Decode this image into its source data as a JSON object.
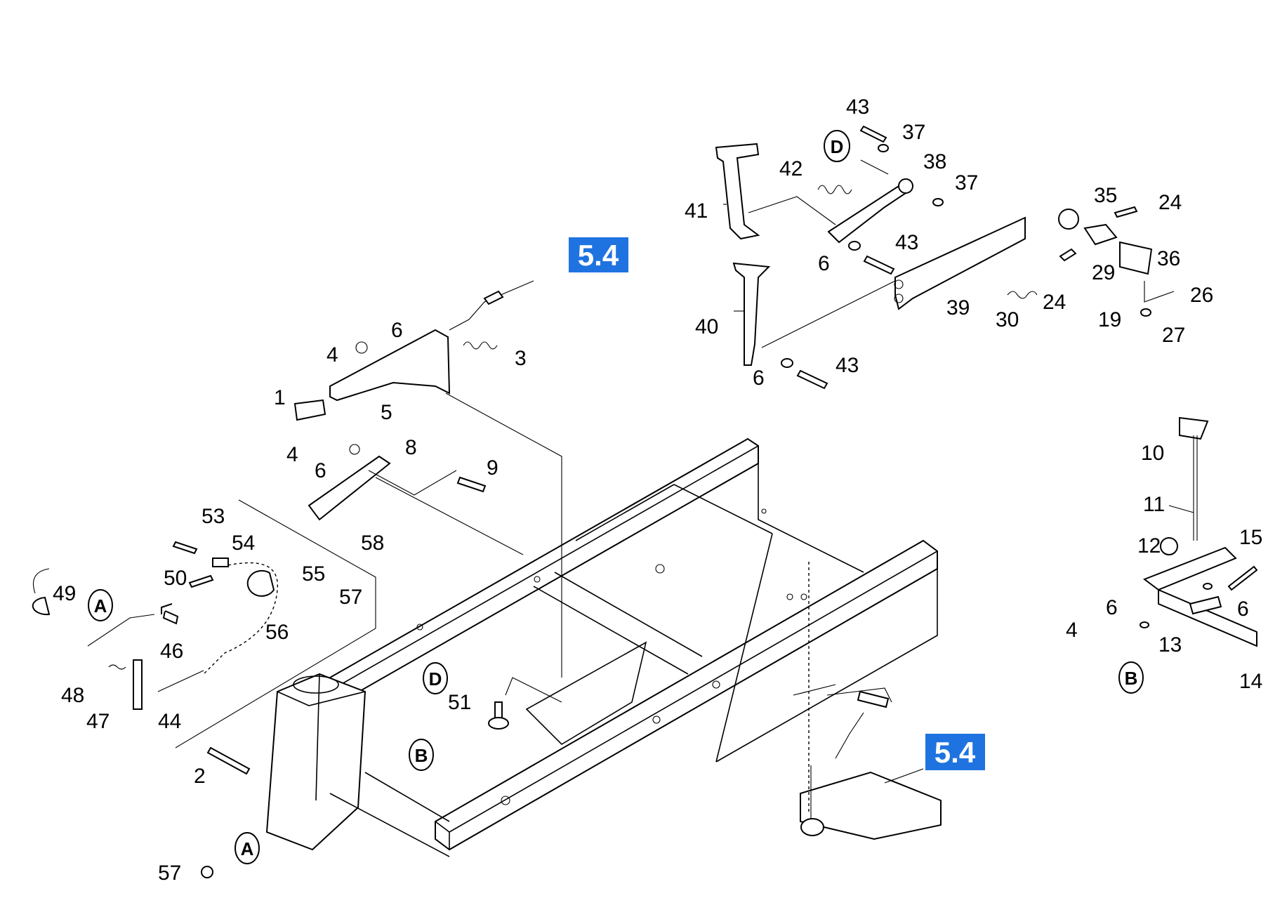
{
  "diagram": {
    "reference_boxes": [
      {
        "text": "5.4",
        "color": "#1f73e0"
      },
      {
        "text": "5.4",
        "color": "#1f73e0"
      }
    ],
    "ref_markers": [
      "D",
      "A",
      "B",
      "D",
      "B",
      "A"
    ],
    "part_labels": [
      "43",
      "37",
      "38",
      "42",
      "37",
      "35",
      "24",
      "41",
      "43",
      "6",
      "36",
      "29",
      "24",
      "26",
      "40",
      "39",
      "30",
      "19",
      "27",
      "43",
      "6",
      "5.4",
      "6",
      "4",
      "3",
      "1",
      "5",
      "4",
      "8",
      "6",
      "9",
      "10",
      "11",
      "12",
      "15",
      "6",
      "6",
      "4",
      "13",
      "14",
      "53",
      "54",
      "58",
      "50",
      "55",
      "49",
      "57",
      "56",
      "46",
      "48",
      "47",
      "44",
      "51",
      "2",
      "57"
    ]
  }
}
